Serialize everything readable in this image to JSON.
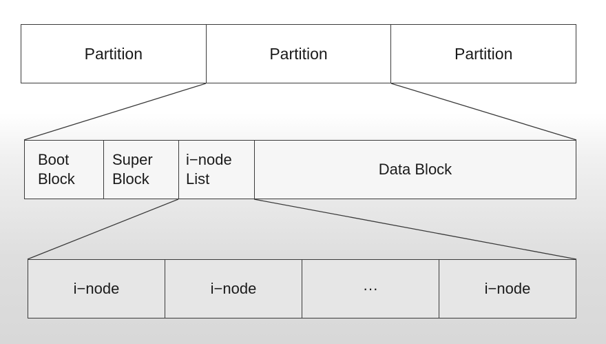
{
  "partitions": [
    "Partition",
    "Partition",
    "Partition"
  ],
  "filesystem": {
    "boot_block": [
      "Boot",
      "Block"
    ],
    "super_block": [
      "Super",
      "Block"
    ],
    "inode_list": [
      "i−node",
      "List"
    ],
    "data_block": "Data Block"
  },
  "inodes": [
    "i−node",
    "i−node",
    "···",
    "i−node"
  ]
}
